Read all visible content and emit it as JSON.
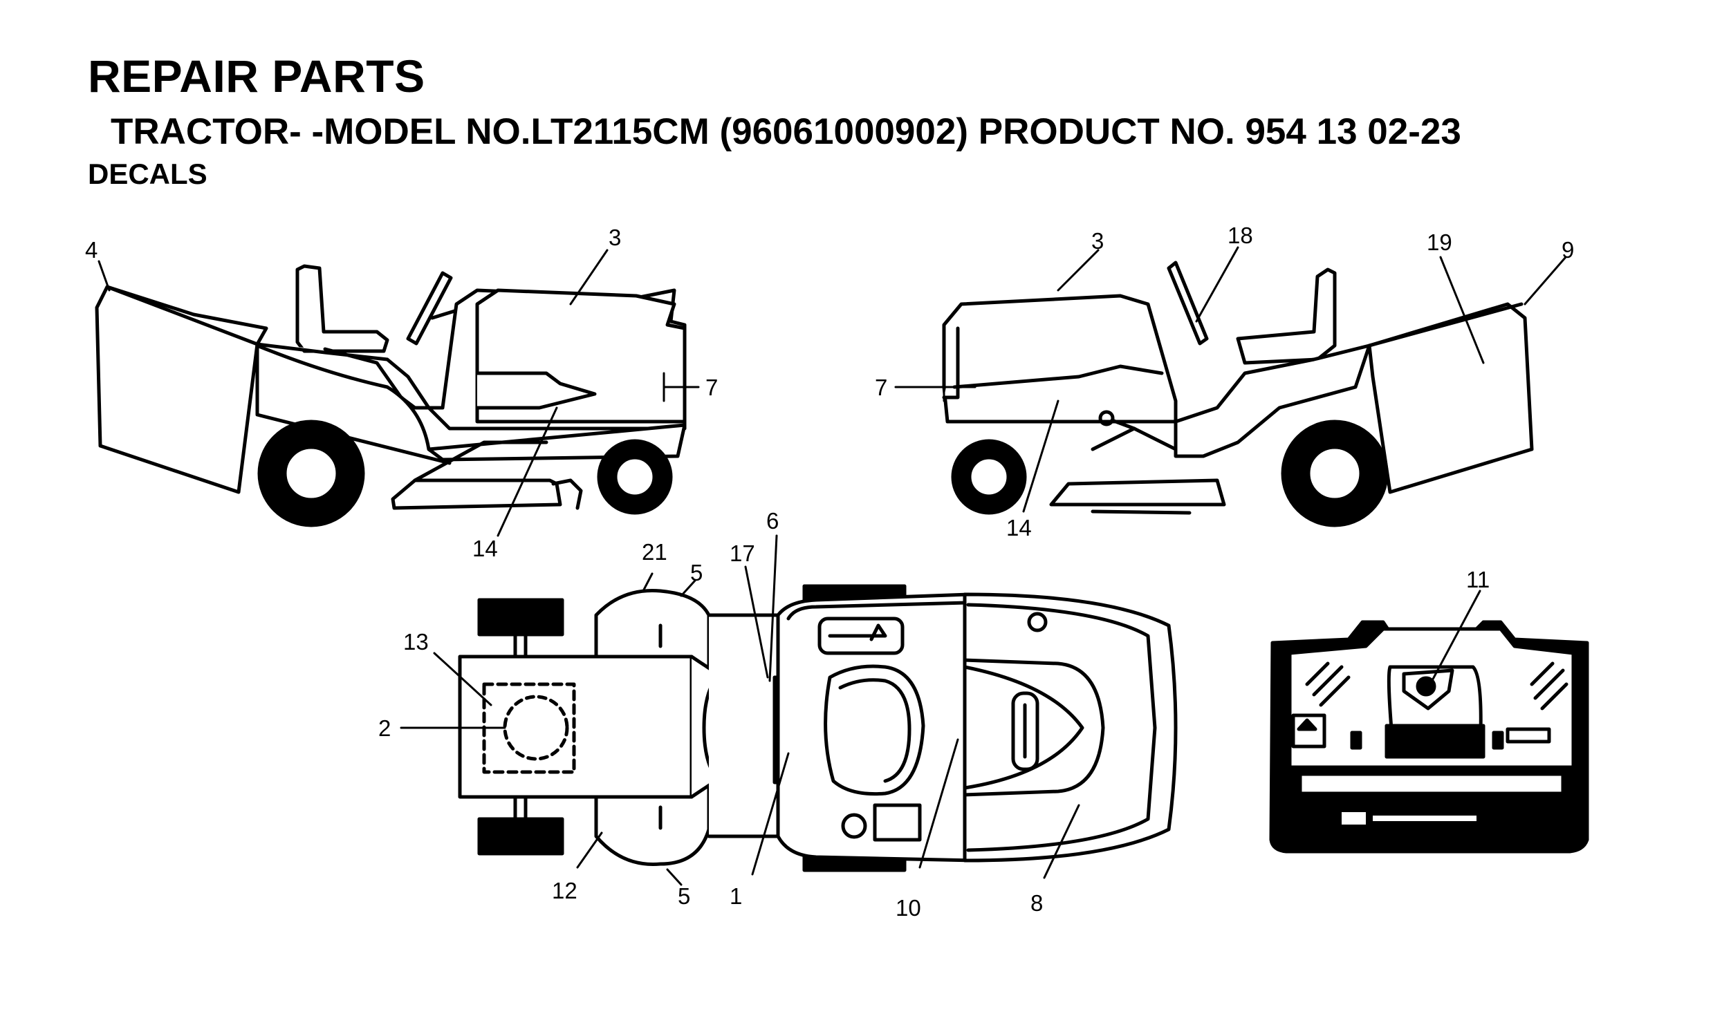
{
  "header": {
    "title": "REPAIR PARTS",
    "subtitle": "TRACTOR- -MODEL NO.LT2115CM (96061000902) PRODUCT NO. 954 13 02-23",
    "section": "DECALS"
  },
  "callouts": {
    "left_view": {
      "c4": "4",
      "c3": "3",
      "c7": "7",
      "c14": "14"
    },
    "right_view": {
      "c3": "3",
      "c18": "18",
      "c19": "19",
      "c9": "9",
      "c7": "7",
      "c14": "14"
    },
    "top_view": {
      "c6": "6",
      "c21": "21",
      "c5a": "5",
      "c17": "17",
      "c13": "13",
      "c2": "2",
      "c12": "12",
      "c5b": "5",
      "c1": "1",
      "c10": "10",
      "c8": "8"
    },
    "rear_view": {
      "c11": "11"
    }
  }
}
